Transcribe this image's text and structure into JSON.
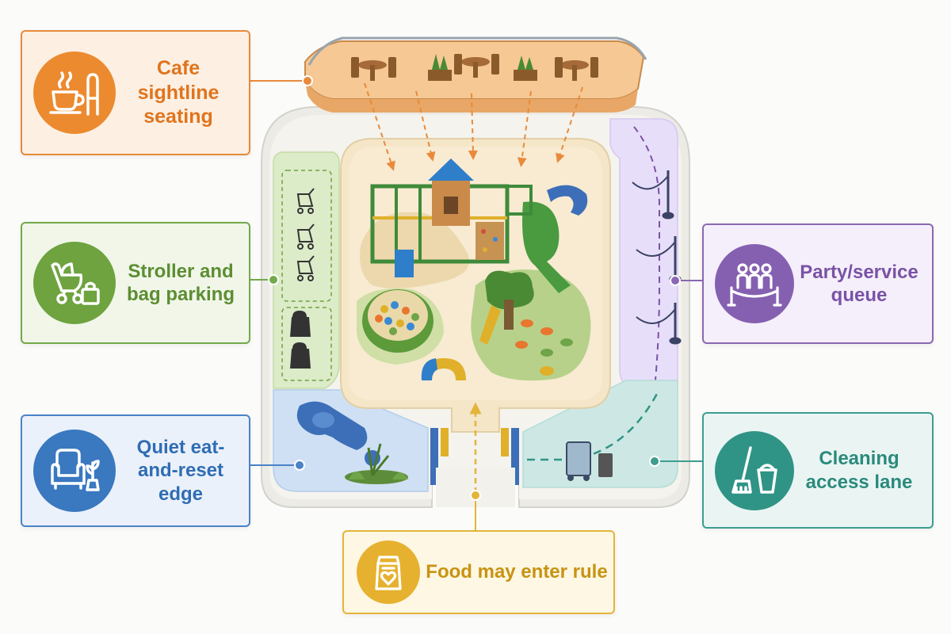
{
  "zones": {
    "cafe": {
      "label": "Cafe sightline seating",
      "color": "#e98a3b",
      "icon": "coffee-cup-and-chair-icon"
    },
    "stroller": {
      "label": "Stroller and bag parking",
      "color": "#73a94a",
      "icon": "stroller-and-bag-icon"
    },
    "quiet": {
      "label": "Quiet eat-and-reset edge",
      "color": "#4a83c6",
      "icon": "armchair-and-plant-icon"
    },
    "party": {
      "label": "Party/service queue",
      "color": "#8a68b3",
      "icon": "queue-people-icon"
    },
    "cleaning": {
      "label": "Cleaning access lane",
      "color": "#3d9d8f",
      "icon": "mop-and-bucket-icon"
    },
    "food": {
      "label": "Food may enter rule",
      "color": "#e3b53b",
      "icon": "food-bag-heart-icon"
    }
  }
}
